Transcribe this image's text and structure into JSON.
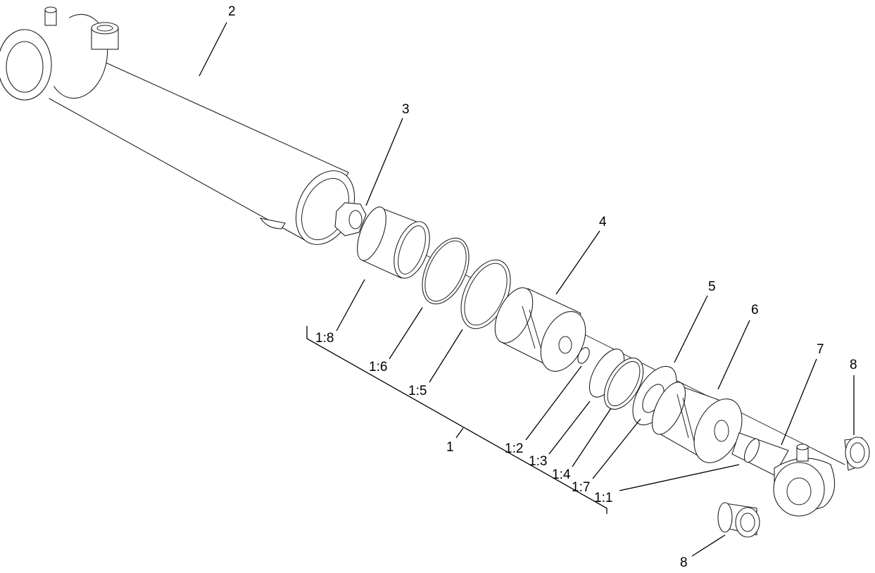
{
  "diagram": {
    "callouts": {
      "c1": "1",
      "c2": "2",
      "c3": "3",
      "c4": "4",
      "c5": "5",
      "c6": "6",
      "c7": "7",
      "c8a": "8",
      "c8b": "8",
      "c1_1": "1:1",
      "c1_2": "1:2",
      "c1_3": "1:3",
      "c1_4": "1:4",
      "c1_5": "1:5",
      "c1_6": "1:6",
      "c1_7": "1:7",
      "c1_8": "1:8"
    }
  }
}
